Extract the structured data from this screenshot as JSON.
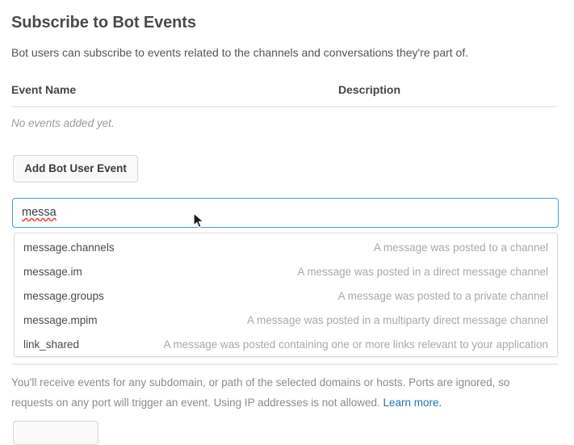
{
  "header": {
    "title": "Subscribe to Bot Events",
    "subtitle": "Bot users can subscribe to events related to the channels and conversations they're part of."
  },
  "events_table": {
    "columns": {
      "event_name": "Event Name",
      "description": "Description"
    },
    "empty_message": "No events added yet.",
    "rows": []
  },
  "actions": {
    "add_bot_user_event": "Add Bot User Event",
    "bottom_button": ""
  },
  "event_search": {
    "value": "messa",
    "placeholder": "",
    "focused": true,
    "spellcheck_flagged": true,
    "options": [
      {
        "name": "message.channels",
        "description": "A message was posted to a channel"
      },
      {
        "name": "message.im",
        "description": "A message was posted in a direct message channel"
      },
      {
        "name": "message.groups",
        "description": "A message was posted to a private channel"
      },
      {
        "name": "message.mpim",
        "description": "A message was posted in a multiparty direct message channel"
      },
      {
        "name": "link_shared",
        "description": "A message was posted containing one or more links relevant to your application"
      }
    ]
  },
  "footer": {
    "help_text": "You'll receive events for any subdomain, or path of the selected domains or hosts. Ports are ignored, so requests on any port will trigger an event. Using IP addresses is not allowed. ",
    "learn_more_label": "Learn more."
  },
  "colors": {
    "focus_border": "#4a9ae0",
    "link": "#1b75bb",
    "spellcheck_underline": "#e8432f",
    "heading_text": "#4a4a4a",
    "muted_text": "#a9a9a9",
    "rule": "#ececec"
  }
}
